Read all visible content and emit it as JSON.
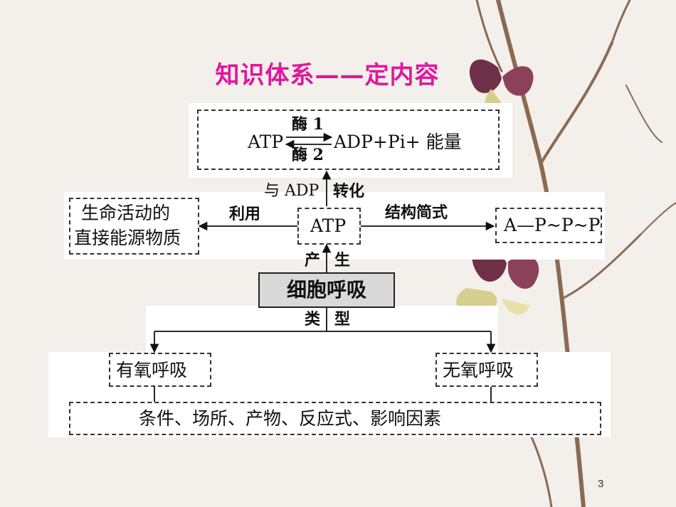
{
  "title": "知识体系——定内容",
  "atp_reaction": {
    "left": "ATP",
    "enzyme_forward": "酶 1",
    "enzyme_reverse": "酶 2",
    "right": "ADP+Pi+ 能量"
  },
  "edge_labels": {
    "adp_conversion_left": "与 ADP",
    "adp_conversion_right": "转化",
    "utilization": "利用",
    "structure_formula": "结构简式",
    "produce_left": "产",
    "produce_right": "生",
    "types_left": "类",
    "types_right": "型"
  },
  "nodes": {
    "life_energy_line1": "生命活动的",
    "life_energy_line2": "直接能源物质",
    "atp": "ATP",
    "structure": "A—P~P~P",
    "cell_respiration": "细胞呼吸",
    "aerobic": "有氧呼吸",
    "anaerobic": "无氧呼吸",
    "factors": "条件、场所、产物、反应式、影响因素"
  },
  "page_number": "3",
  "colors": {
    "title": "#e0179c",
    "cell_respiration_fill": "#d9d9d9",
    "background": "#f3efea"
  }
}
